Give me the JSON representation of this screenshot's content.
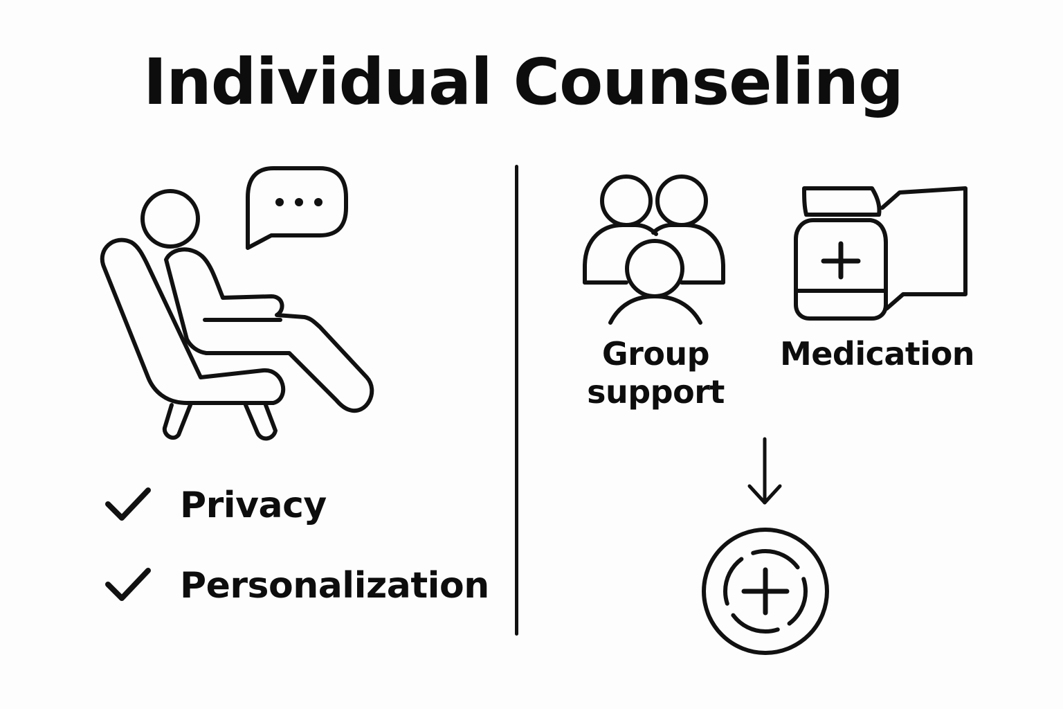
{
  "title": "Individual Counseling",
  "checklist": [
    {
      "label": "Privacy",
      "icon": "checkmark-icon"
    },
    {
      "label": "Personalization",
      "icon": "checkmark-icon"
    }
  ],
  "options": {
    "group_support": {
      "line1": "Group",
      "line2": "support",
      "icon": "group-people-icon"
    },
    "medication": {
      "label": "Medication",
      "icon": "medication-bottle-icon"
    }
  },
  "icons": {
    "counseling": "person-in-chair-icon",
    "speech": "speech-bubble-icon",
    "arrow": "arrow-down-icon",
    "combined": "plus-target-icon"
  },
  "colors": {
    "stroke": "#111111",
    "background": "#fdfdfd"
  }
}
